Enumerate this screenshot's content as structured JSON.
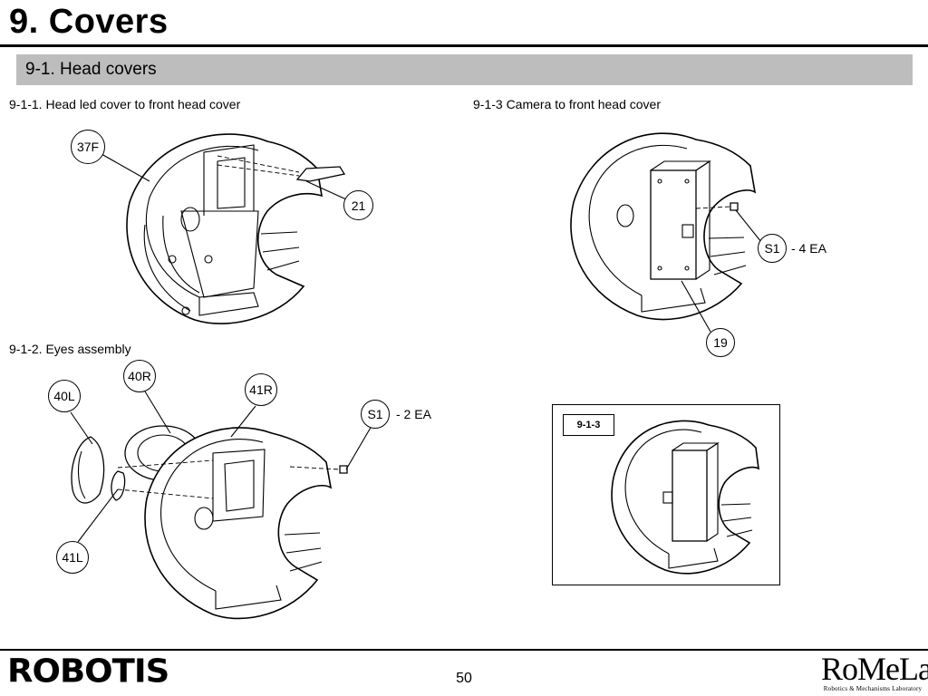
{
  "page": {
    "title": "9. Covers",
    "section_title": "9-1. Head covers",
    "page_number": "50"
  },
  "steps": {
    "step1": {
      "caption": "9-1-1. Head led cover to front head cover",
      "parts": [
        "37F",
        "21"
      ]
    },
    "step2": {
      "caption": "9-1-2. Eyes assembly",
      "parts": [
        "40L",
        "40R",
        "41R",
        "41L",
        "S1"
      ],
      "screw_qty": "- 2 EA"
    },
    "step3": {
      "caption": "9-1-3 Camera to front head cover",
      "parts": [
        "S1",
        "19"
      ],
      "screw_qty": "- 4 EA"
    },
    "inset": {
      "label": "9-1-3"
    }
  },
  "footer": {
    "brand": "ROBOTIS",
    "lab_name": "RoMeLa",
    "lab_subtitle": "Robotics & Mechanisms Laboratory"
  }
}
